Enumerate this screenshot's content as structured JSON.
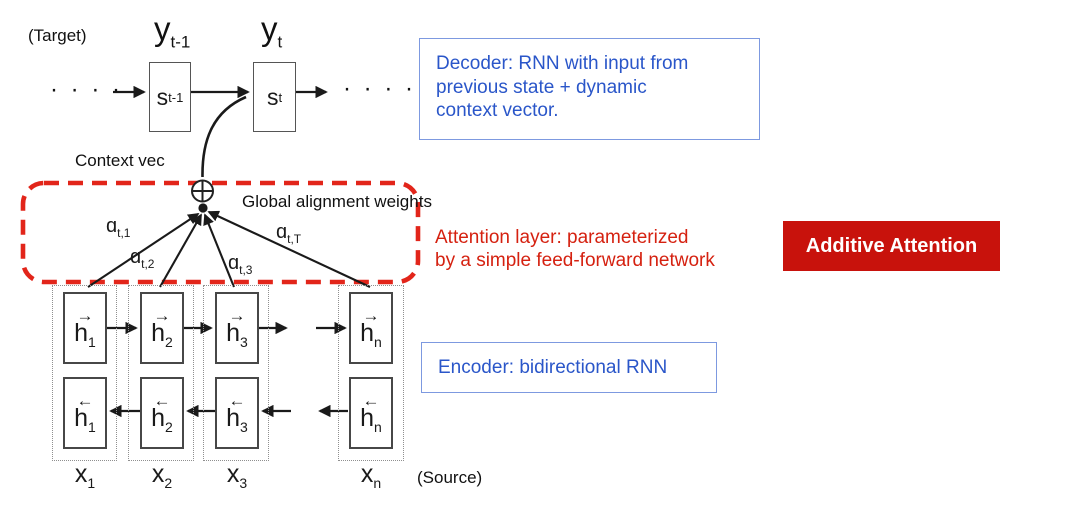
{
  "colors": {
    "red_dash": "#e2251a",
    "red_text": "#d52110",
    "badge_bg": "#c8120c",
    "blue_text": "#2a56c9",
    "blue_border": "#7d99e0",
    "ink": "#1a1a1a",
    "box_border": "#474747",
    "dotted_border": "#8f8f8f"
  },
  "decoder": {
    "target_label": "(Target)",
    "dots_left": "· · · ·",
    "dots_right": "· · · ·",
    "y_prev": {
      "base": "y",
      "sub": "t-1"
    },
    "y_curr": {
      "base": "y",
      "sub": "t"
    },
    "s_prev": {
      "base": "s",
      "sub": "t-1"
    },
    "s_curr": {
      "base": "s",
      "sub": "t"
    }
  },
  "attention": {
    "context_label": "Context vec",
    "global_label": "Global alignment weights",
    "sum_icon": "circled-plus",
    "weights": [
      {
        "base": "ɑ",
        "sub": "t,1"
      },
      {
        "base": "ɑ",
        "sub": "t,2"
      },
      {
        "base": "ɑ",
        "sub": "t,3"
      },
      {
        "base": "ɑ",
        "sub": "t,T"
      }
    ]
  },
  "encoder": {
    "source_label": "(Source)",
    "cols": [
      {
        "fwd": "→",
        "bwd": "←",
        "h": "h",
        "sub": "1",
        "x": "x",
        "xsub": "1"
      },
      {
        "fwd": "→",
        "bwd": "←",
        "h": "h",
        "sub": "2",
        "x": "x",
        "xsub": "2"
      },
      {
        "fwd": "→",
        "bwd": "←",
        "h": "h",
        "sub": "3",
        "x": "x",
        "xsub": "3"
      },
      {
        "fwd": "→",
        "bwd": "←",
        "h": "h",
        "sub": "n",
        "x": "x",
        "xsub": "n"
      }
    ]
  },
  "notes": {
    "decoder": {
      "lines": [
        "Decoder: RNN with input from",
        "previous state + dynamic",
        "context vector."
      ]
    },
    "attention": {
      "lines": [
        "Attention layer: parameterized",
        "by a simple feed-forward network"
      ]
    },
    "encoder": {
      "text": "Encoder: bidirectional RNN"
    },
    "badge": {
      "text": "Additive Attention"
    }
  }
}
